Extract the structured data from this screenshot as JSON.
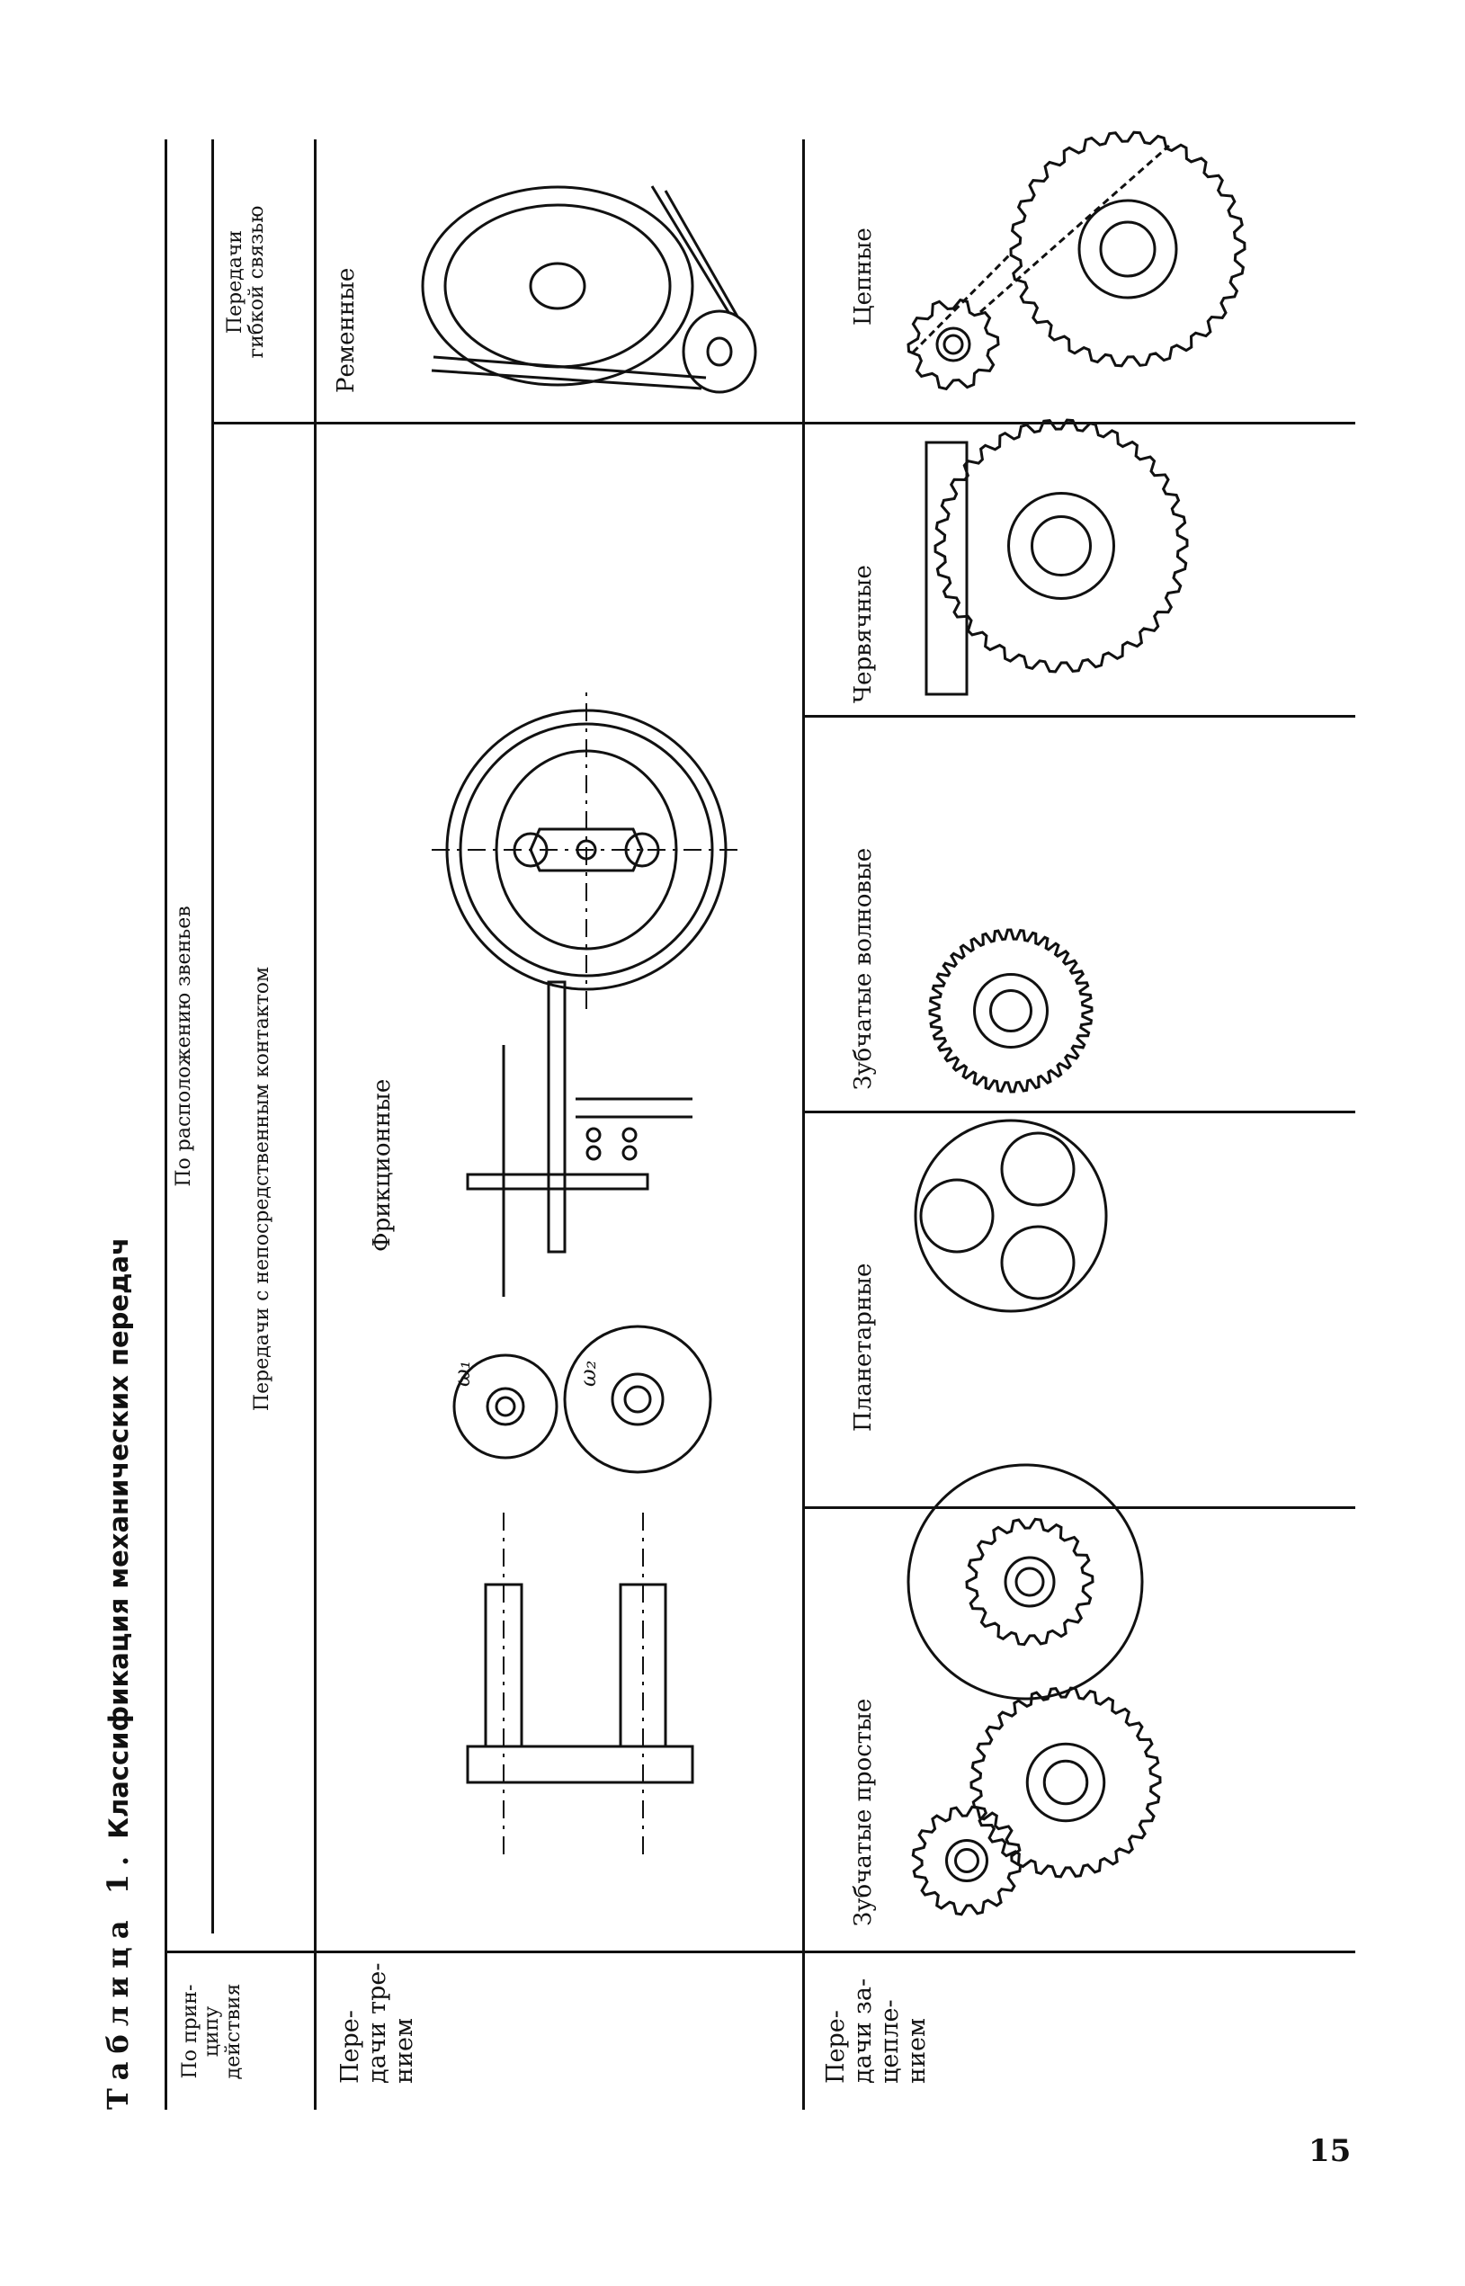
{
  "title": {
    "prefix": "Таблица 1.",
    "text": "Классификация механических передач"
  },
  "header": {
    "by_principle": "По прин-\nципу\nдействия",
    "by_arrangement": "По расположению звеньев",
    "direct_contact": "Передачи с непосредственным контактом",
    "flexible_link": "Передачи\nгибкой связью"
  },
  "rows": [
    {
      "label": "Пере-\nдачи тре-\nнием",
      "cells": [
        "Фрикционные",
        "Ременные"
      ]
    },
    {
      "label": "Пере-\nдачи за-\nцепле-\nнием",
      "cells": [
        "Зубчатые простые",
        "Планетарные",
        "Зубчатые волновые",
        "Червячные",
        "Цепные"
      ]
    }
  ],
  "diagram_labels": {
    "omega1": "ω₁",
    "omega2": "ω₂"
  },
  "page_number": "15"
}
